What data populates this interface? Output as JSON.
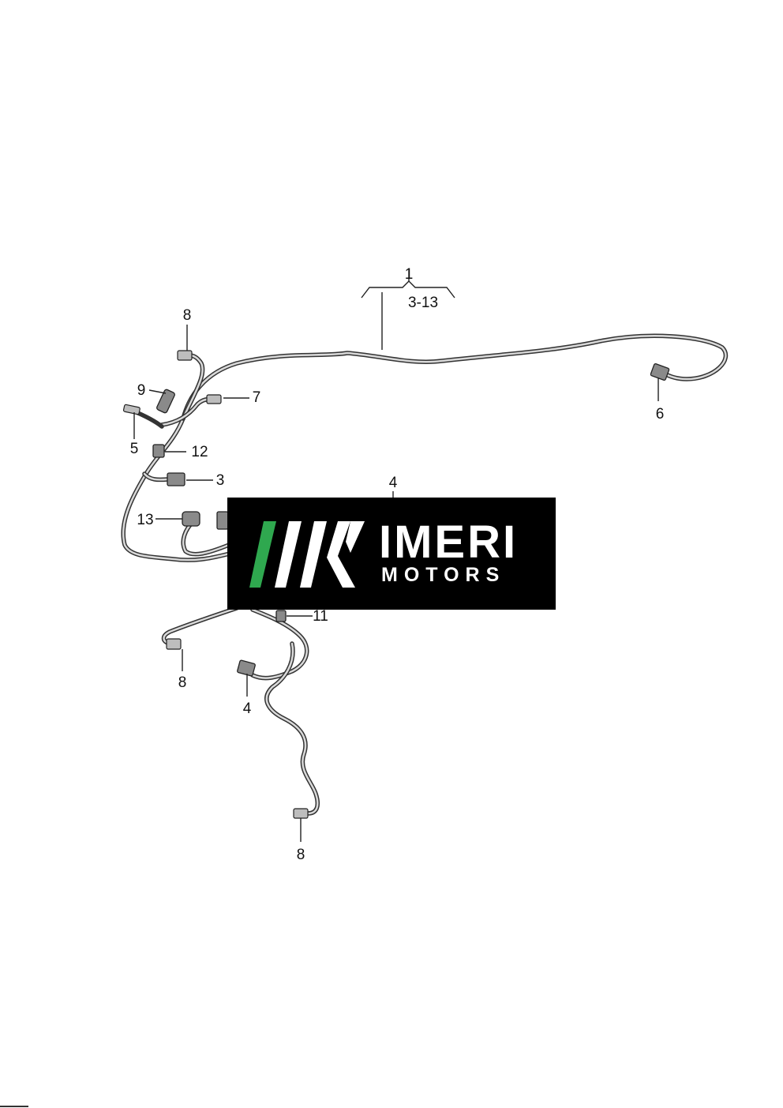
{
  "diagram": {
    "callouts": {
      "c1": "1",
      "c1_range": "3-13",
      "c3": "3",
      "c4_top": "4",
      "c4_bottom": "4",
      "c5": "5",
      "c6": "6",
      "c7": "7",
      "c8_top": "8",
      "c8_left": "8",
      "c8_bottom": "8",
      "c9": "9",
      "c11": "11",
      "c12": "12",
      "c13": "13"
    }
  },
  "watermark": {
    "brand": "IMERI",
    "sub": "MOTORS",
    "colors": {
      "background": "#000000",
      "accent": "#2fa84f",
      "text": "#ffffff"
    }
  }
}
